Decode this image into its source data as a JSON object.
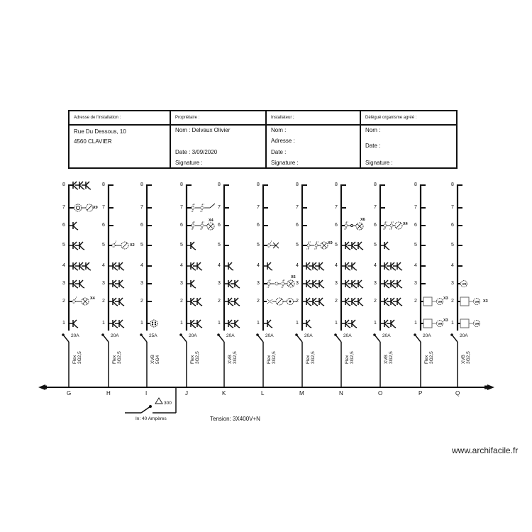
{
  "header": {
    "installation_address": {
      "caption": "Adresse de l'installation :",
      "line1": "Rue Du Dessous, 10",
      "line2": "4560 CLAVIER"
    },
    "owner": {
      "caption": "Propriétaire :",
      "name": "Nom : Delvaux Olivier",
      "date": "Date : 3/09/2020",
      "signature": "Signature :"
    },
    "installer": {
      "caption": "Installateur ;",
      "name": "Nom :",
      "address": "Adresse :",
      "date": "Date :",
      "signature": "Signature :"
    },
    "delegate": {
      "caption": "Délégué organisme agréé :",
      "name": "Nom :",
      "date": "Date :",
      "signature": "Signature :"
    }
  },
  "row_numbers": [
    "8",
    "7",
    "6",
    "5",
    "4",
    "3",
    "2",
    "1"
  ],
  "circuits": [
    {
      "name": "G",
      "breaker": "20A",
      "cable_type": "Flex",
      "cable_size": "3G2,5",
      "rows": {
        "8": "socket x3",
        "7": "light-box + lamp x9",
        "6": "socket",
        "5": "socket x2",
        "4": "socket x3",
        "3": "socket x2",
        "2": "switch + lamp x4",
        "1": "socket"
      },
      "multipliers": {
        "7": "X9",
        "2": "X4"
      }
    },
    {
      "name": "H",
      "breaker": "20A",
      "cable_type": "Flex",
      "cable_size": "3G2,5",
      "rows": {
        "5": "switch + lamp x2",
        "4": "socket x2",
        "3": "socket x2",
        "2": "socket x2",
        "1": "socket x2"
      },
      "multipliers": {
        "5": "X2"
      }
    },
    {
      "name": "I",
      "breaker": "25A",
      "cable_type": "XVB",
      "cable_size": "5G4",
      "rows": {
        "1": "cooking point"
      }
    },
    {
      "name": "J",
      "breaker": "20A",
      "cable_type": "Flex",
      "cable_size": "3G2,5",
      "rows": {
        "7": "two-way switches + lamp",
        "6": "two-way switches + lamp x4",
        "5": "socket",
        "4": "socket x2",
        "3": "socket",
        "2": "socket x2",
        "1": "socket x2"
      },
      "multipliers": {
        "6": "X4"
      }
    },
    {
      "name": "K",
      "breaker": "20A",
      "cable_type": "XVB",
      "cable_size": "3G2,5",
      "rows": {
        "4": "socket",
        "3": "socket x2",
        "2": "socket x2",
        "1": "socket x2"
      }
    },
    {
      "name": "L",
      "breaker": "20A",
      "cable_type": "Flex",
      "cable_size": "3G2,5",
      "rows": {
        "5": "switch + lamp",
        "4": "socket",
        "3": "two-way switches + lamp x6",
        "2": "switch + lamp + detector",
        "1": "socket"
      },
      "multipliers": {
        "3": "X6"
      }
    },
    {
      "name": "M",
      "breaker": "20A",
      "cable_type": "Flex",
      "cable_size": "3G2,5",
      "rows": {
        "5": "two-way switches + lamp x9",
        "4": "socket x3",
        "3": "socket x3",
        "2": "socket x3",
        "1": "socket"
      },
      "multipliers": {
        "5": "X9"
      }
    },
    {
      "name": "N",
      "breaker": "20A",
      "cable_type": "Flex",
      "cable_size": "3G2,5",
      "rows": {
        "6": "two-way switches + lamp x6",
        "5": "socket x3",
        "4": "socket x2",
        "3": "socket x3",
        "2": "socket x3",
        "1": "socket x2"
      },
      "multipliers": {
        "6": "X6"
      }
    },
    {
      "name": "O",
      "breaker": "20A",
      "cable_type": "XVB",
      "cable_size": "3G2,5",
      "rows": {
        "6": "two-way switches + lamp x4",
        "5": "socket",
        "4": "socket x3",
        "3": "socket x3",
        "2": "socket x3",
        "1": "socket x2"
      },
      "multipliers": {
        "6": "X4"
      }
    },
    {
      "name": "P",
      "breaker": "20A",
      "cable_type": "Flex",
      "cable_size": "3G2,5",
      "rows": {
        "2": "box + VR x3",
        "1": "box + VR x3"
      },
      "multipliers": {
        "2": "X3",
        "1": "X3"
      }
    },
    {
      "name": "Q",
      "breaker": "20A",
      "cable_type": "XVB",
      "cable_size": "3G2,5",
      "rows": {
        "3": "VR",
        "2": "box + VR x3",
        "1": "box + VR"
      },
      "multipliers": {
        "2": "X3"
      }
    }
  ],
  "main_switch": {
    "label": "In: 40 Ampères",
    "differential": "300"
  },
  "tension": "Tension: 3X400V+N",
  "footer": {
    "url": "www.archifacile.fr"
  }
}
